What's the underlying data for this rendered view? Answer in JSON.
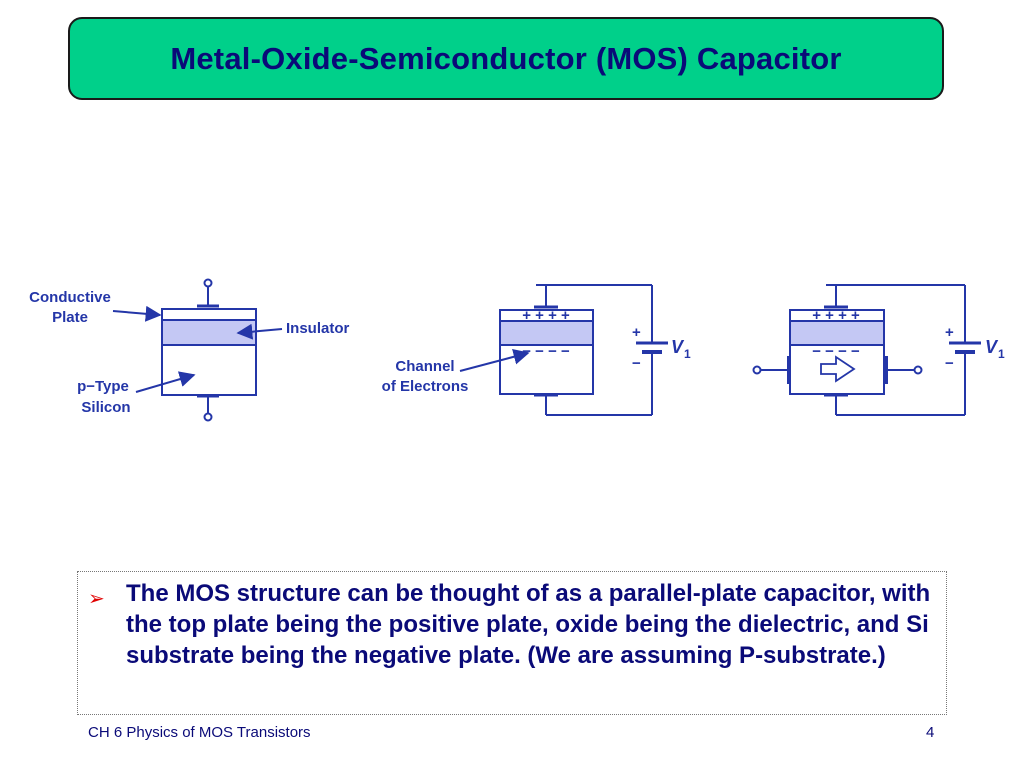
{
  "slide": {
    "title": "Metal-Oxide-Semiconductor (MOS) Capacitor"
  },
  "diagram": {
    "fig1": {
      "conductive_plate_line1": "Conductive",
      "conductive_plate_line2": "Plate",
      "insulator": "Insulator",
      "ptype_line1": "p−Type",
      "ptype_line2": "Silicon"
    },
    "fig2": {
      "channel_line1": "Channel",
      "channel_line2": "of Electrons",
      "plus_signs": "+  +  +  +",
      "minus_signs": "−  −  −  −",
      "batt_plus": "+",
      "batt_minus": "−",
      "voltage": "V",
      "voltage_sub": "1"
    },
    "fig3": {
      "plus_signs": "+  +  +  +",
      "minus_signs": "−  −  −  −",
      "batt_plus": "+",
      "batt_minus": "−",
      "voltage": "V",
      "voltage_sub": "1"
    },
    "colors": {
      "line": "#2436a8",
      "insulator_fill": "#c4c8f4",
      "title_bg": "#00d08a",
      "bullet_arrow": "#e00000"
    }
  },
  "bullet": {
    "icon": "arrow-bullet-icon",
    "text": "The MOS structure can be thought of as a parallel-plate capacitor, with the top plate being the positive plate, oxide being the dielectric, and Si substrate being the negative plate.  (We are assuming P-substrate.)"
  },
  "footer": {
    "left": "CH 6  Physics of MOS Transistors",
    "page_number": "4"
  }
}
